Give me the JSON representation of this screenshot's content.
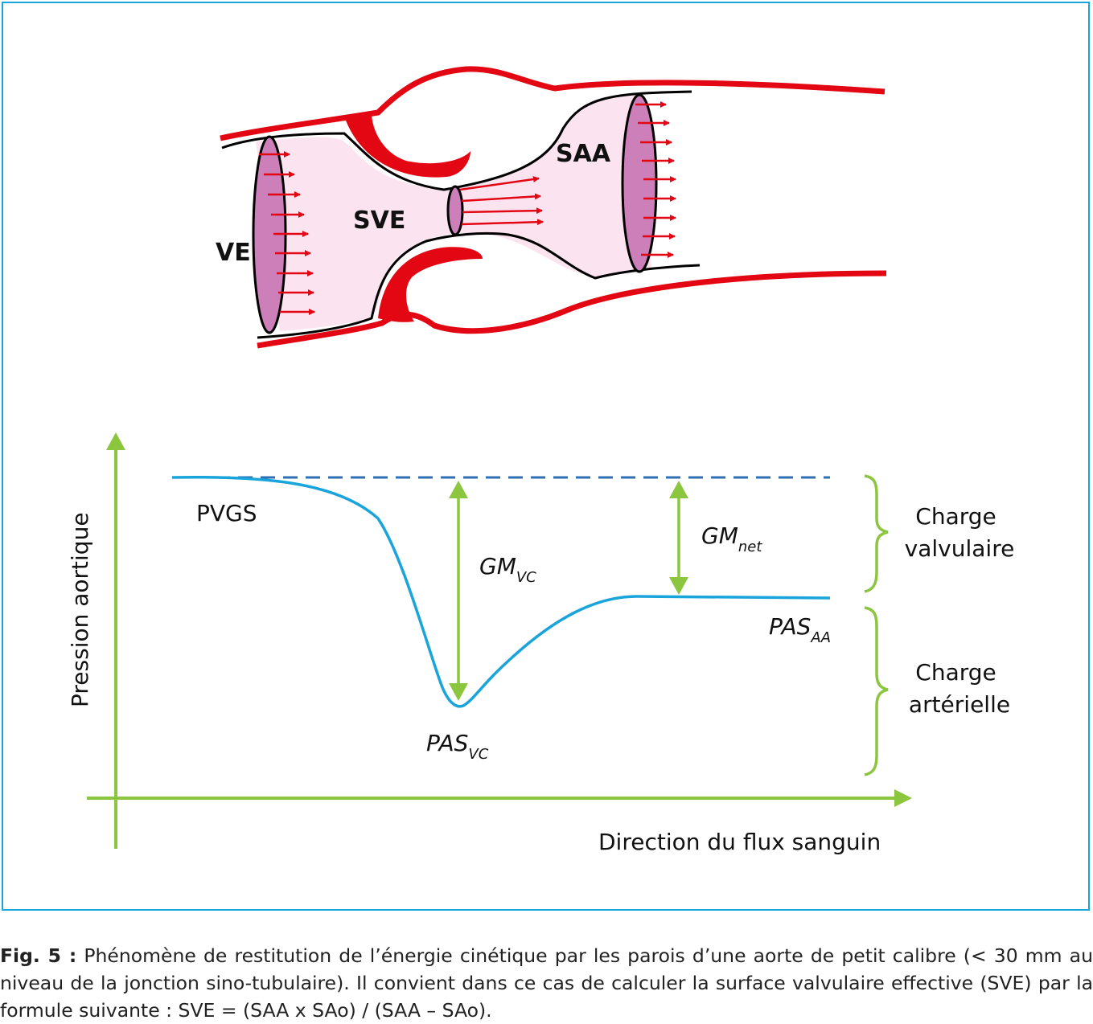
{
  "vessel": {
    "label_ve": "VE",
    "label_sve": "SVE",
    "label_saa": "SAA"
  },
  "graph": {
    "y_axis_label": "Pression aortique",
    "x_axis_label": "Direction du flux sanguin",
    "pvgs": "PVGS",
    "gm_vc": {
      "main": "GM",
      "sub": "VC"
    },
    "gm_net": {
      "main": "GM",
      "sub": "net"
    },
    "pas_aa": {
      "main": "PAS",
      "sub": "AA"
    },
    "pas_vc": {
      "main": "PAS",
      "sub": "VC"
    },
    "charge_valvulaire": [
      "Charge",
      "valvulaire"
    ],
    "charge_arterielle": [
      "Charge",
      "artérielle"
    ]
  },
  "caption": {
    "prefix": "Fig. 5 :",
    "text": " Phénomène de restitution de l’énergie cinétique par les parois d’une aorte de petit calibre (< 30 mm au niveau de la jonction sino-tubulaire). Il convient dans ce cas de calculer la surface valvulaire effective (SVE) par la formule suivante : SVE = (SAA x SAo) / (SAA – SAo)."
  },
  "colors": {
    "frame": "#1aa4dc",
    "vessel_wall": "#e30613",
    "flow_fill": "#fbe4f0",
    "section_fill": "#cc7fb8",
    "axis_green": "#8cc63f",
    "pressure_curve": "#1aa4dc",
    "dashed_line": "#2f6fb3"
  }
}
